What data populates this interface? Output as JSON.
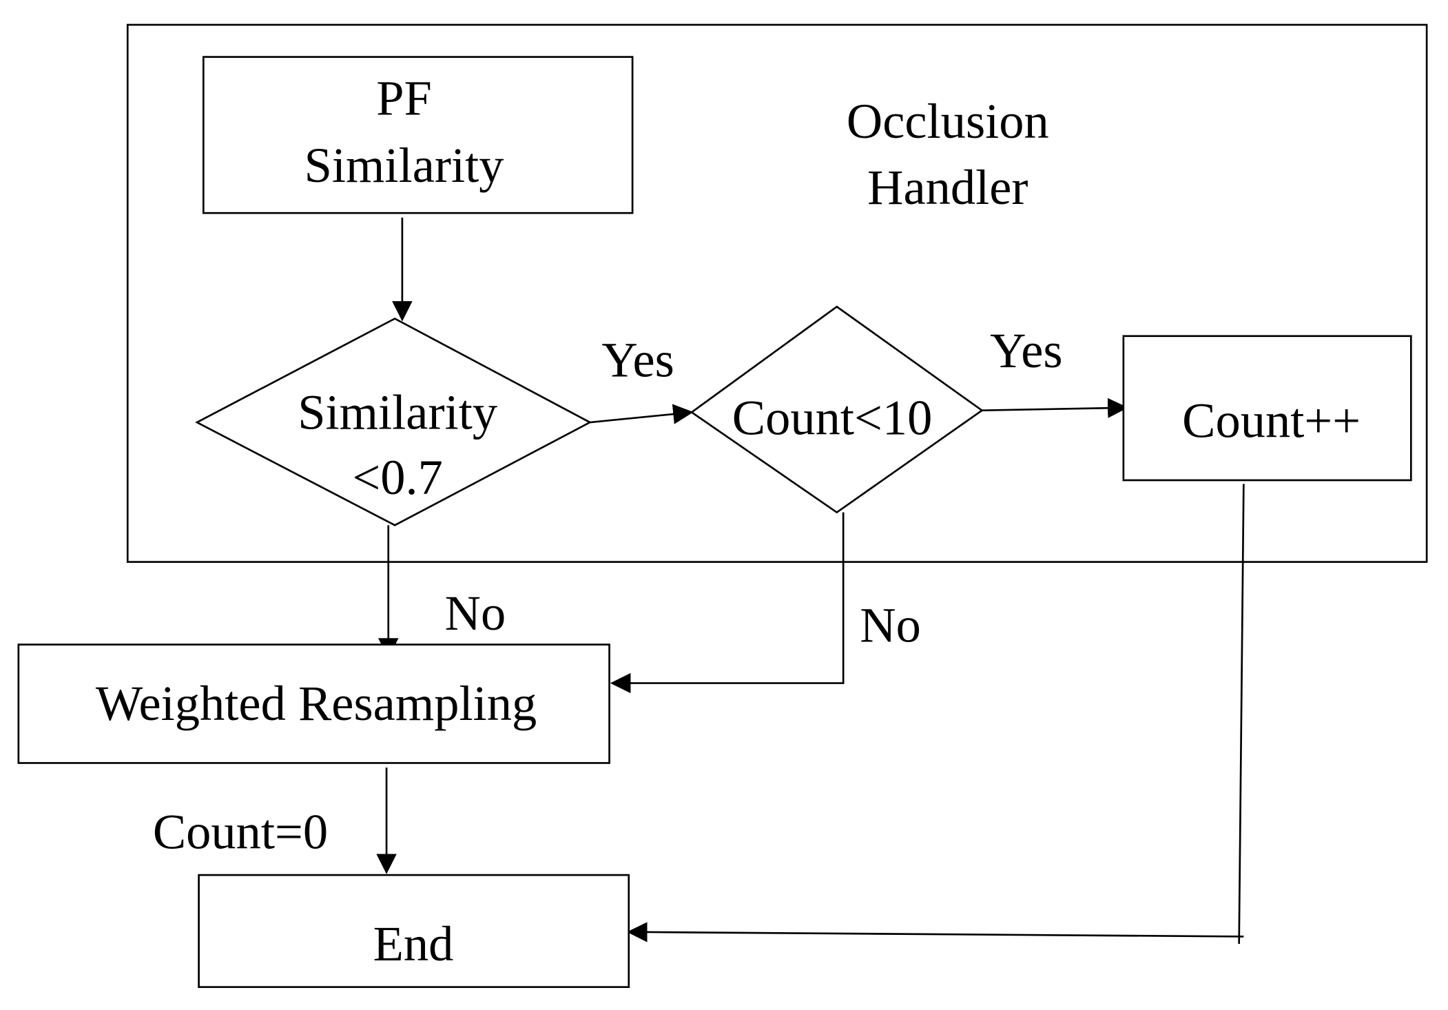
{
  "container": {
    "title_line1": "Occlusion",
    "title_line2": "Handler"
  },
  "nodes": {
    "pf": {
      "line1": "PF",
      "line2": "Similarity"
    },
    "similarity_check": {
      "line1": "Similarity",
      "line2": "<0.7"
    },
    "count_check": {
      "label": "Count<10"
    },
    "count_increment": {
      "label": "Count++"
    },
    "weighted_resampling": {
      "label": "Weighted Resampling"
    },
    "end": {
      "label": "End"
    }
  },
  "edges": {
    "sim_yes": "Yes",
    "count_yes": "Yes",
    "sim_no": "No",
    "count_no": "No",
    "reset": "Count=0"
  },
  "colors": {
    "stroke": "#000000",
    "background": "#ffffff"
  }
}
